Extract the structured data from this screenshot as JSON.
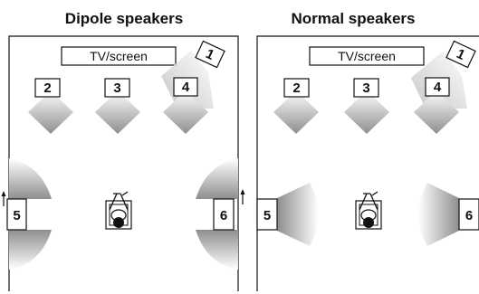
{
  "panels": {
    "dipole": {
      "title": "Dipole speakers",
      "screen_label": "TV/screen",
      "speakers": [
        "1",
        "2",
        "3",
        "4",
        "5",
        "6"
      ]
    },
    "normal": {
      "title": "Normal speakers",
      "screen_label": "TV/screen",
      "speakers": [
        "1",
        "2",
        "3",
        "4",
        "5",
        "6"
      ]
    }
  },
  "colors": {
    "line": "#111111",
    "cone_gray": "#9a9a9a",
    "background": "#ffffff"
  }
}
